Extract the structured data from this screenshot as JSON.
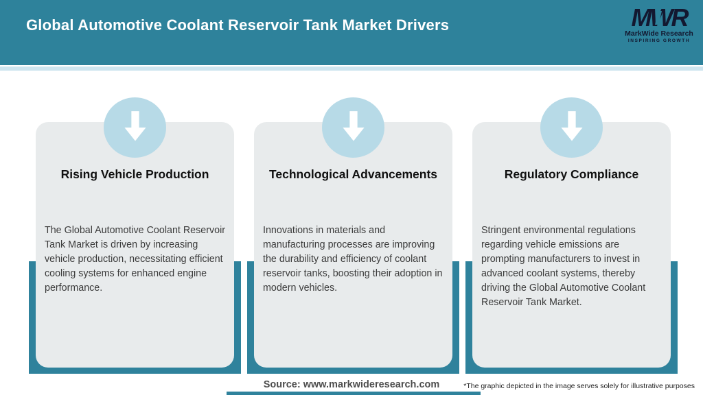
{
  "header": {
    "title": "Global Automotive Coolant Reservoir Tank Market Drivers",
    "logo": {
      "acronym": "MWR",
      "name": "MarkWide Research",
      "tagline": "INSPIRING GROWTH"
    }
  },
  "cards": [
    {
      "title": "Rising Vehicle Production",
      "description": "The Global Automotive Coolant Reservoir Tank Market is driven by increasing vehicle production, necessitating efficient cooling systems for enhanced engine performance."
    },
    {
      "title": "Technological Advancements",
      "description": "Innovations in materials and manufacturing processes are improving the durability and efficiency of coolant reservoir tanks, boosting their adoption in modern vehicles."
    },
    {
      "title": "Regulatory Compliance",
      "description": "Stringent environmental regulations regarding vehicle emissions are prompting manufacturers to invest in advanced coolant systems, thereby driving the Global Automotive Coolant Reservoir Tank Market."
    }
  ],
  "footer": {
    "source": "Source: www.markwideresearch.com",
    "disclaimer": "*The graphic depicted in the image serves solely for illustrative purposes"
  },
  "colors": {
    "header_teal": "#2E829B",
    "backdrop_teal": "#2F829C",
    "card_gray": "#E8EBEC",
    "circle_blue": "#B7DAE7",
    "arrow_white": "#FFFFFF"
  }
}
